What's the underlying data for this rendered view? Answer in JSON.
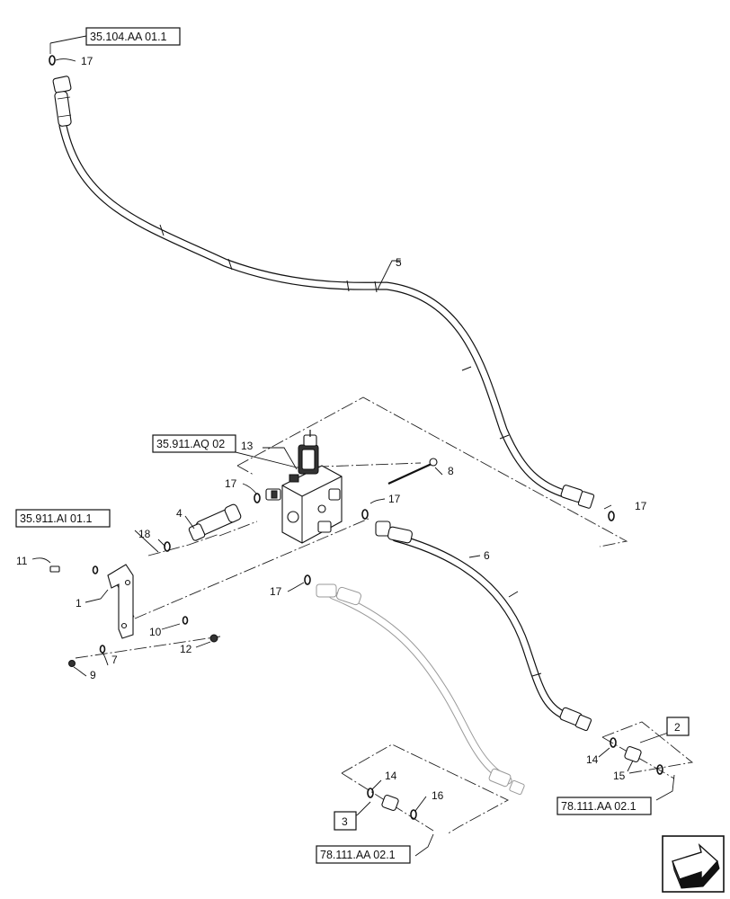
{
  "refs": {
    "r1": "35.104.AA 01.1",
    "r2": "35.911.AQ 02",
    "r3": "35.911.AI 01.1",
    "r4": "78.111.AA 02.1",
    "r5": "78.111.AA 02.1"
  },
  "callouts": {
    "c17a": "17",
    "c5": "5",
    "c13": "13",
    "c8": "8",
    "c17b": "17",
    "c17c": "17",
    "c17d": "17",
    "c4": "4",
    "c18": "18",
    "c11": "11",
    "c1": "1",
    "c10": "10",
    "c12": "12",
    "c7": "7",
    "c9": "9",
    "c6": "6",
    "c17e": "17",
    "c14a": "14",
    "c15": "15",
    "c14b": "14",
    "c16": "16"
  },
  "groups": {
    "g2": "2",
    "g3": "3"
  },
  "nav_icon": "next-page-arrow-icon"
}
